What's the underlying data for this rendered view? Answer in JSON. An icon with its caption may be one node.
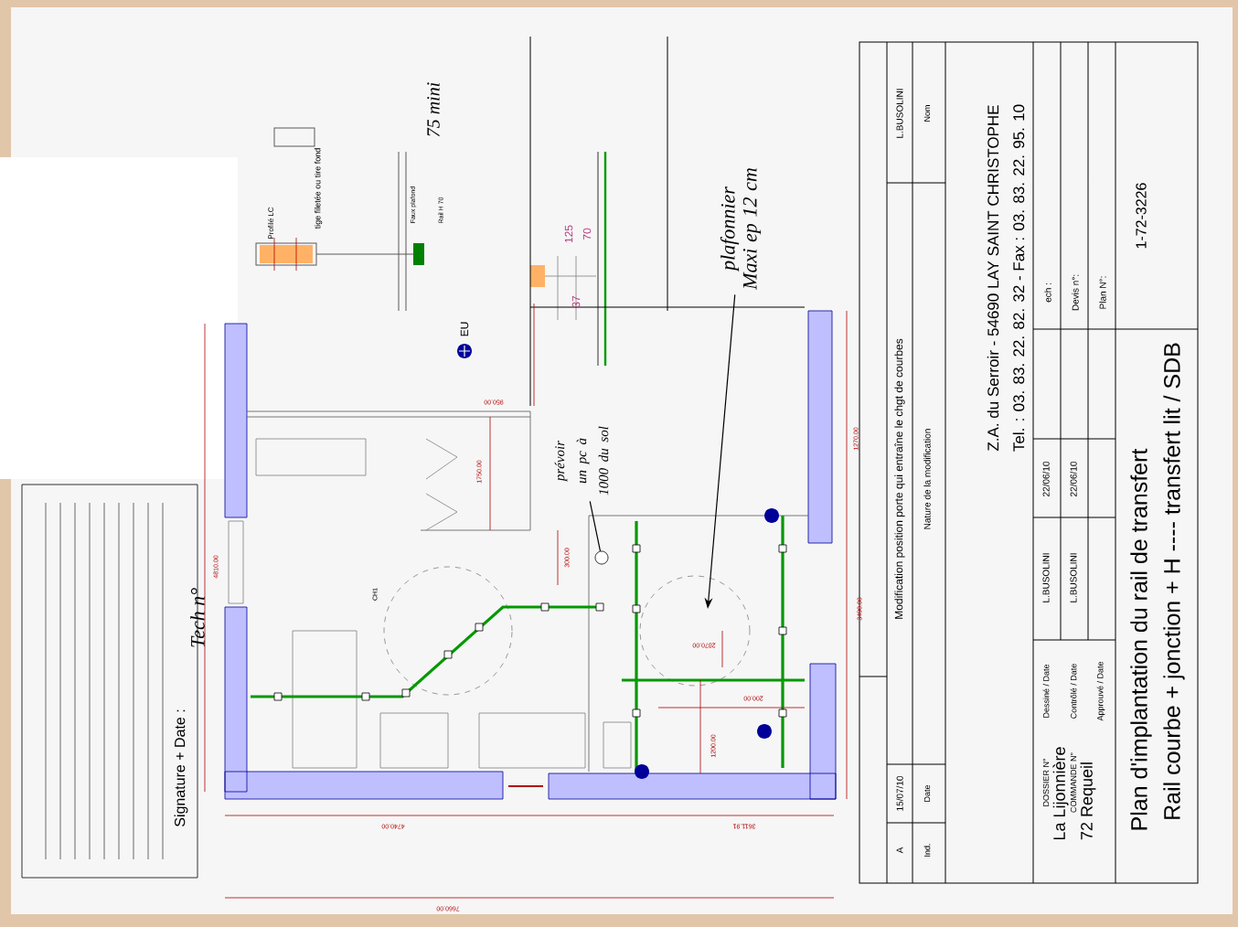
{
  "diagram": {
    "nodes": [
      {
        "text": [
          "plafonnier Maxi ep 12 cm"
        ]
      },
      {
        "text": [
          "prévoir un pc à 1000 du sol"
        ]
      },
      {
        "text": [],
        "shape": "circle"
      }
    ],
    "edges": [
      {
        "from": 0,
        "to": null,
        "arrow": "to"
      },
      {
        "from": 1,
        "to": 2,
        "arrow": "none"
      }
    ],
    "labels": [
      "75 mini",
      "Profilé LC",
      "tige filetée ou tire fond",
      "Faux plafond",
      "Rail H 70",
      "125",
      "70",
      "37",
      "EU",
      "CH1",
      "950.00",
      "1750.00",
      "4810.00",
      "300.00",
      "2870.00",
      "200.00",
      "1200.00",
      "4740.00",
      "3611.91",
      "7660.00",
      "3490.00",
      "1270.00",
      "A",
      "15/07/10",
      "Modification position porte qui entraîne le chgt de courbes",
      "L.BUSOLINI",
      "Ind.",
      "Date",
      "Nature de la modification",
      "Nom",
      "La Lijonnière",
      "72 Requeil",
      "Z.A. du Serroir - 54690 LAY SAINT CHRISTOPHE",
      "Tel. : 03. 83. 22. 82. 32 - Fax : 03. 83. 22. 95. 10",
      "DOSSIER N°",
      "Dessiné / Date",
      "L.BUSOLINI",
      "22/06/10",
      "COMMANDE N°",
      "Contrôlé / Date",
      "L.BUSOLINI",
      "22/06/10",
      "Approuvé / Date",
      "ech :",
      "Devis n°:",
      "Plan N°:",
      "1-72-3226",
      "Plan d'implantation du rail de transfert",
      "Rail courbe + jonction + H ---- transfert lit / SDB",
      "Signature + Date :",
      "Tech n°"
    ]
  }
}
